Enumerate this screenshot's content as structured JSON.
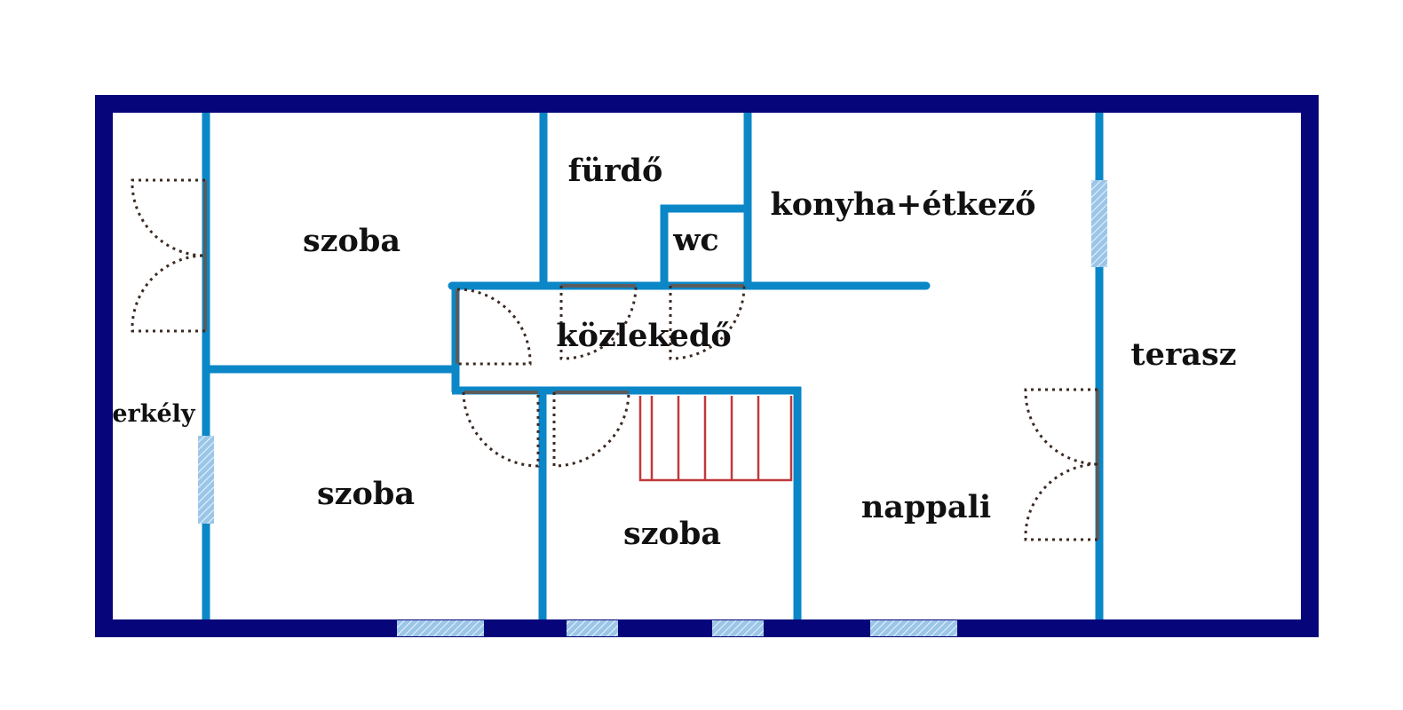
{
  "rooms": {
    "szoba_upper_left": "szoba",
    "furdo": "fürdő",
    "wc": "wc",
    "konyha_etkezo": "konyha+étkező",
    "kozlekedo": "közlekedő",
    "terasz": "terasz",
    "erkely": "erkély",
    "szoba_lower_left": "szoba",
    "szoba_lower_middle": "szoba",
    "nappali": "nappali"
  },
  "colors": {
    "outer_wall": "#06067a",
    "inner_wall": "#0b87c8",
    "window_fill": "#9cc6e8",
    "door_swing": "#3a2a22",
    "door_leaf": "#5c5c5c",
    "stairs": "#c0393b",
    "label": "#111111"
  }
}
